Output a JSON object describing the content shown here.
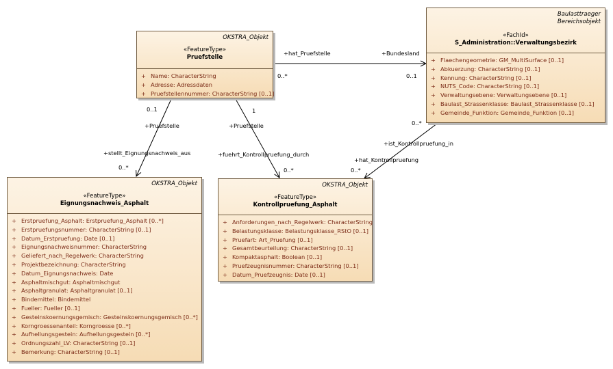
{
  "classes": {
    "pruefstelle": {
      "stereo_top": "OKSTRA_Objekt",
      "stereotype": "«FeatureType»",
      "name": "Pruefstelle",
      "attributes": [
        "Name: CharacterString",
        "Adresse: Adressdaten",
        "Pruefstellennummer: CharacterString [0..1]"
      ]
    },
    "verwaltungsbezirk": {
      "stereo_top_1": "Baulasttraeger",
      "stereo_top_2": "Bereichsobjekt",
      "stereotype": "«FachId»",
      "name": "S_Administration::Verwaltungsbezirk",
      "attributes": [
        "Flaechengeometrie: GM_MultiSurface [0..1]",
        "Abkuerzung: CharacterString [0..1]",
        "Kennung: CharacterString [0..1]",
        "NUTS_Code: CharacterString [0..1]",
        "Verwaltungsebene: Verwaltungsebene [0..1]",
        "Baulast_Strassenklasse: Baulast_Strassenklasse [0..1]",
        "Gemeinde_Funktion: Gemeinde_Funktion [0..1]"
      ]
    },
    "eignungsnachweis": {
      "stereo_top": "OKSTRA_Objekt",
      "stereotype": "«FeatureType»",
      "name": "Eignungsnachweis_Asphalt",
      "attributes": [
        "Erstpruefung_Asphalt: Erstpruefung_Asphalt [0..*]",
        "Erstpruefungsnummer: CharacterString [0..1]",
        "Datum_Erstpruefung: Date [0..1]",
        "Eignungsnachweisnummer: CharacterString",
        "Geliefert_nach_Regelwerk: CharacterString",
        "Projektbezeichnung: CharacterString",
        "Datum_Eignungsnachweis: Date",
        "Asphaltmischgut: Asphaltmischgut",
        "Asphaltgranulat: Asphaltgranulat [0..1]",
        "Bindemittel: Bindemittel",
        "Fueller: Fueller [0..1]",
        "Gesteinskoernungsgemisch: Gesteinskoernungsgemisch [0..*]",
        "Korngroessenanteil: Korngroesse [0..*]",
        "Aufhellungsgestein: Aufhellungsgestein [0..*]",
        "Ordnungszahl_LV: CharacterString [0..1]",
        "Bemerkung: CharacterString [0..1]"
      ]
    },
    "kontrollpruefung": {
      "stereo_top": "OKSTRA_Objekt",
      "stereotype": "«FeatureType»",
      "name": "Kontrollpruefung_Asphalt",
      "attributes": [
        "Anforderungen_nach_Regelwerk: CharacterString",
        "Belastungsklasse: Belastungsklasse_RStO [0..1]",
        "Pruefart: Art_Pruefung [0..1]",
        "Gesamtbeurteilung: CharacterString [0..1]",
        "Kompaktasphalt: Boolean [0..1]",
        "Pruefzeugnisnummer: CharacterString [0..1]",
        "Datum_Pruefzeugnis: Date [0..1]"
      ]
    }
  },
  "associations": {
    "bezirk": {
      "role_left": "+hat_Pruefstelle",
      "role_right": "+Bundesland",
      "mult_left": "0..*",
      "mult_right": "0..1"
    },
    "eignung": {
      "role_top": "+Pruefstelle",
      "mult_top": "0..1",
      "role_bottom": "+stellt_Eignungsnachweis_aus",
      "mult_bottom": "0..*"
    },
    "kontroll": {
      "role_top": "+Pruefstelle",
      "mult_top": "1",
      "role_bottom": "+fuehrt_Kontrollpruefung_durch",
      "mult_bottom": "0..*"
    },
    "bezirk_kontroll": {
      "role_top": "+ist_Kontrollpruefung_in",
      "mult_top": "0..*",
      "role_bottom": "+hat_Kontrollpruefung",
      "mult_bottom": "0..*"
    }
  }
}
